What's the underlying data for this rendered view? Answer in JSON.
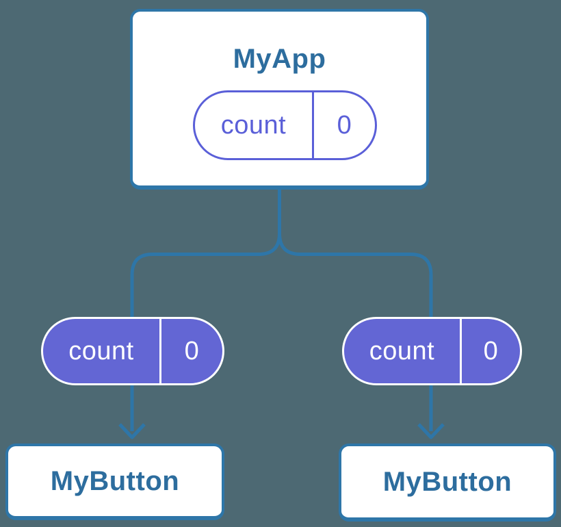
{
  "colors": {
    "background": "#4d6973",
    "line": "#2e76a8",
    "card_bg": "#ffffff",
    "heading_text": "#2d6d9e",
    "pill_fill": "#6366d4",
    "pill_outline": "#5a5fd8",
    "pill_text_on_fill": "#ffffff"
  },
  "diagram": {
    "root": {
      "title": "MyApp",
      "state_pill": {
        "label": "count",
        "value": "0"
      }
    },
    "children": [
      {
        "prop_pill": {
          "label": "count",
          "value": "0"
        },
        "title": "MyButton"
      },
      {
        "prop_pill": {
          "label": "count",
          "value": "0"
        },
        "title": "MyButton"
      }
    ]
  }
}
